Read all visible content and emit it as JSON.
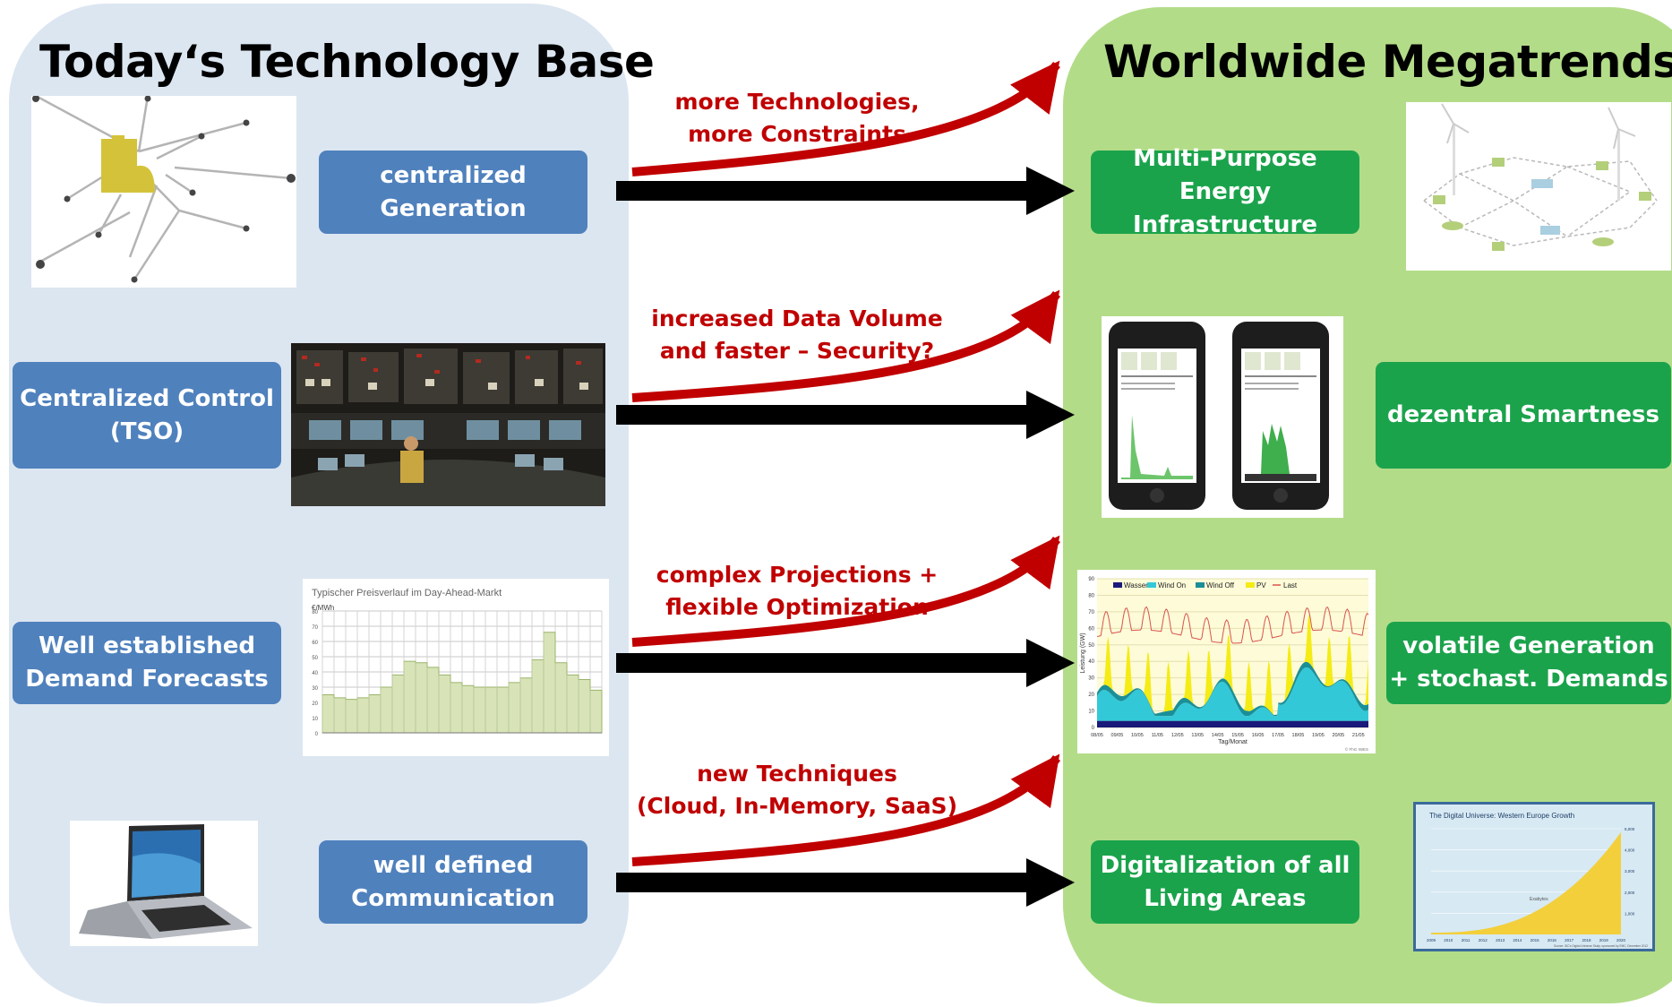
{
  "left": {
    "title": "Today‘s Technology Base",
    "boxes": [
      "centralized\nGeneration",
      "Centralized Control\n(TSO)",
      "Well established\nDemand Forecasts",
      "well defined\nCommunication"
    ]
  },
  "right": {
    "title": "Worldwide Megatrends",
    "boxes": [
      "Multi-Purpose\nEnergy Infrastructure",
      "dezentral Smartness",
      "volatile Generation\n+ stochast. Demands",
      "Digitalization of all\nLiving Areas"
    ]
  },
  "arrow_labels": [
    "more Technologies,\nmore Constraints",
    "increased Data Volume\nand faster – Security?",
    "complex Projections +\nflexible Optimization",
    "new Techniques\n(Cloud, In-Memory, SaaS)"
  ],
  "price_chart": {
    "title": "Typischer Preisverlauf im Day-Ahead-Markt",
    "unit": "€/MWh",
    "y_ticks": [
      "80",
      "70",
      "60",
      "50",
      "40",
      "30",
      "20",
      "10",
      "0"
    ],
    "values": [
      25,
      23,
      22,
      23,
      25,
      30,
      38,
      47,
      46,
      43,
      38,
      33,
      31,
      30,
      30,
      30,
      33,
      36,
      48,
      66,
      46,
      38,
      35,
      28
    ]
  },
  "energy_chart": {
    "legend": [
      "Wasser",
      "Wind On",
      "Wind Off",
      "PV",
      "Last"
    ],
    "ylabel": "Leistung (GW)",
    "xlabel": "Tag/Monat",
    "y_ticks": [
      "90",
      "80",
      "70",
      "60",
      "50",
      "40",
      "30",
      "20",
      "10",
      "0"
    ],
    "x_ticks": [
      "08/05",
      "09/05",
      "10/05",
      "11/05",
      "12/05",
      "13/05",
      "14/05",
      "15/05",
      "16/05",
      "17/05",
      "18/05",
      "19/05",
      "20/05",
      "21/05"
    ],
    "credit": "© FhG IWES"
  },
  "digital_chart": {
    "title": "The Digital Universe: Western Europe Growth",
    "y_ticks": [
      "5,000",
      "4,000",
      "3,000",
      "2,000",
      "1,000"
    ],
    "x_ticks": [
      "2009",
      "2010",
      "2011",
      "2012",
      "2013",
      "2014",
      "2015",
      "2016",
      "2017",
      "2018",
      "2019",
      "2020"
    ],
    "series_label": "Exabytes",
    "source": "Source: IDC's Digital Universe Study, sponsored by EMC, December 2012"
  },
  "colors": {
    "left_panel": "#dce6f1",
    "right_panel": "#b3dc88",
    "blue_box": "#4f81bd",
    "green_box": "#1ba34c",
    "red_arrow": "#c00000",
    "black_arrow": "#000000"
  }
}
